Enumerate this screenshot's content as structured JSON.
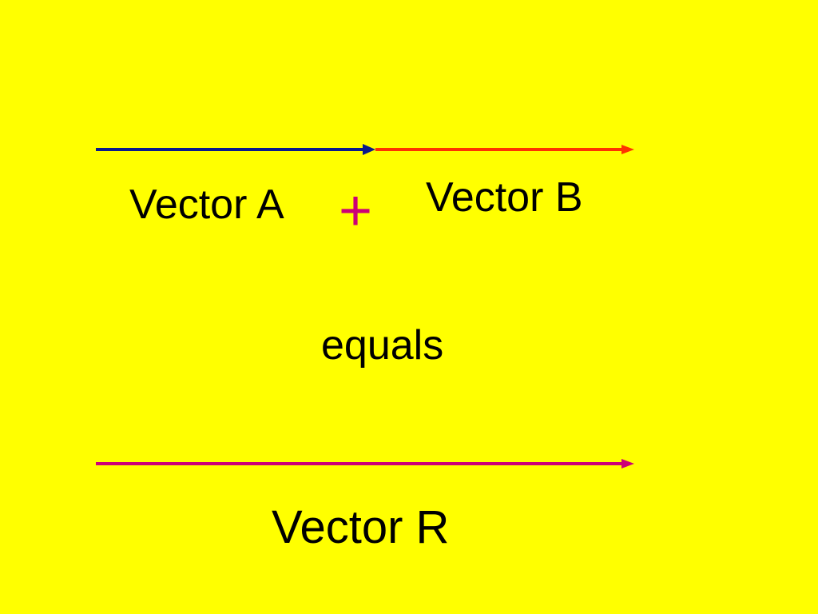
{
  "colors": {
    "background": "#FFFF00",
    "vector_a": "#0A1A8C",
    "vector_b": "#FF3300",
    "vector_r": "#CC0077",
    "plus": "#CC0077",
    "text": "#000000"
  },
  "diagram": {
    "vector_a_label": "Vector A",
    "vector_b_label": "Vector B",
    "operator": "+",
    "equals_label": "equals",
    "vector_r_label": "Vector R"
  }
}
